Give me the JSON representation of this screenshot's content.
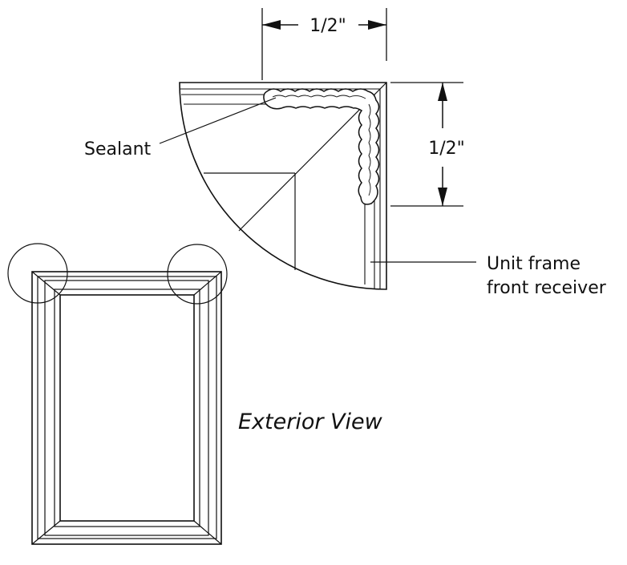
{
  "labels": {
    "dim_horizontal": "1/2\"",
    "dim_vertical": "1/2\"",
    "sealant": "Sealant",
    "unit_frame_line1": "Unit frame",
    "unit_frame_line2": "front receiver",
    "exterior_view": "Exterior View"
  },
  "colors": {
    "stroke": "#111111",
    "background": "#ffffff"
  }
}
